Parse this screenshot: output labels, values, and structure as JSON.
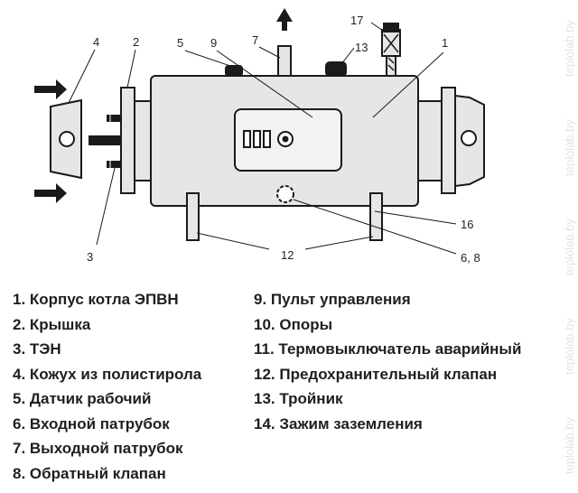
{
  "callouts": {
    "c1": "1",
    "c2": "2",
    "c3": "3",
    "c4": "4",
    "c5": "5",
    "c6_8": "6, 8",
    "c7": "7",
    "c9": "9",
    "c12": "12",
    "c13": "13",
    "c16": "16",
    "c17": "17"
  },
  "legend_left": [
    "1. Корпус котла ЭПВН",
    "2. Крышка",
    "3. ТЭН",
    "4. Кожух из полистирола",
    "5. Датчик рабочий",
    "6. Входной патрубок",
    "7. Выходной патрубок",
    "8. Обратный клапан"
  ],
  "legend_right": [
    "9. Пульт управления",
    "10. Опоры",
    "11. Термовыключатель аварийный",
    "12. Предохранительный клапан",
    "13. Тройник",
    "14. Зажим заземления"
  ],
  "watermark": "teplolab.by",
  "colors": {
    "line": "#1a1a1a",
    "fill": "#e6e6e6",
    "text": "#1f1f1f",
    "watermark": "#e3e3e3"
  }
}
